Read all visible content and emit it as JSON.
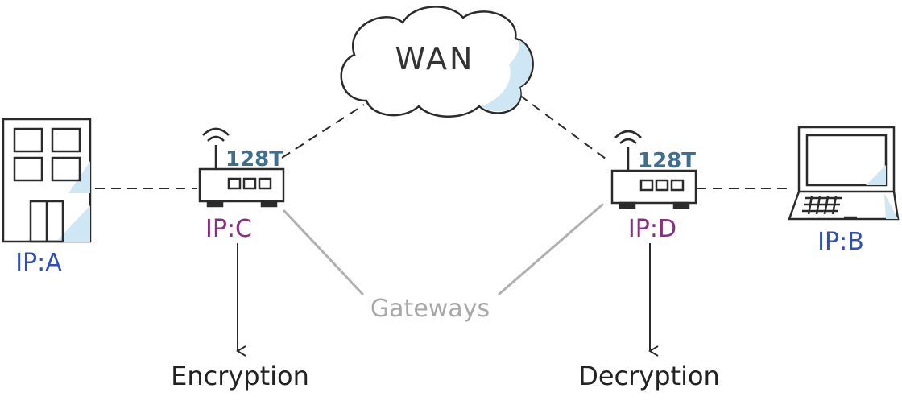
{
  "cloud": {
    "label": "WAN"
  },
  "building": {
    "ip": "IP:A"
  },
  "laptop": {
    "ip": "IP:B"
  },
  "router_left": {
    "brand": "128T",
    "ip": "IP:C",
    "action": "Encryption"
  },
  "router_right": {
    "brand": "128T",
    "ip": "IP:D",
    "action": "Decryption"
  },
  "gateways_label": "Gateways",
  "colors": {
    "stroke": "#2b2b2b",
    "accent_fill": "#cfe6f5",
    "ip_endpoint": "#2f4fb8",
    "ip_gateway": "#8a2f80",
    "brand": "#3f6f8e",
    "gateways": "#a8a8a8"
  }
}
